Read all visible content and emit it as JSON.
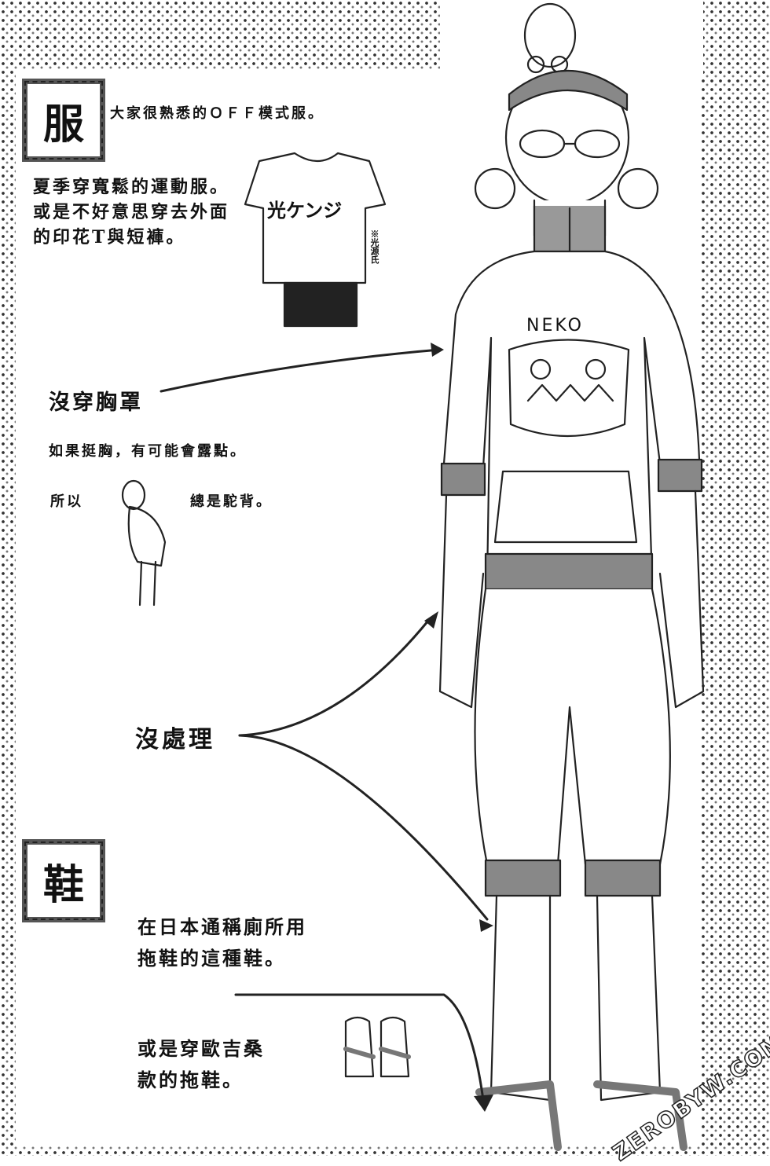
{
  "clothes": {
    "heading": "服",
    "intro": "大家很熟悉的ＯＦＦ模式服。",
    "lines": [
      "夏季穿寬鬆的運動服。",
      "或是不好意思穿去外面",
      "的印花T與短褲。"
    ],
    "tshirt_print": "光ケンジ",
    "note": "※光源氏"
  },
  "no_bra": {
    "label": "沒穿胸罩",
    "detail": "如果挺胸，有可能會露點。",
    "so": "所以",
    "always": "總是駝背。"
  },
  "unshaved": {
    "label": "沒處理"
  },
  "shirt_print": "NEKO",
  "shoes": {
    "heading": "鞋",
    "lines1": [
      "在日本通稱廁所用",
      "拖鞋的這種鞋。"
    ],
    "lines2": [
      "或是穿歐吉桑",
      "款的拖鞋。"
    ]
  },
  "watermark": "ZEROBYW.COM"
}
